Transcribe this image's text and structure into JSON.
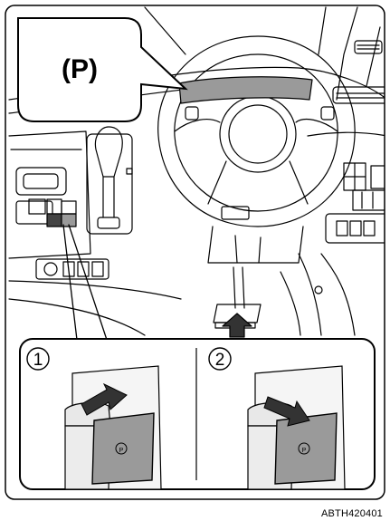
{
  "callout": {
    "symbol": "(P)"
  },
  "steps": [
    {
      "number": "1"
    },
    {
      "number": "2"
    }
  ],
  "figure_code": "ABTH420401",
  "colors": {
    "highlight": "#9a9a9a",
    "arrow": "#333333",
    "line": "#000000",
    "panel": "#f2f2f2"
  },
  "icons": [
    "parking-brake-icon",
    "push-arrow-icon",
    "pull-arrow-icon",
    "parking-brake-switch-icon"
  ]
}
